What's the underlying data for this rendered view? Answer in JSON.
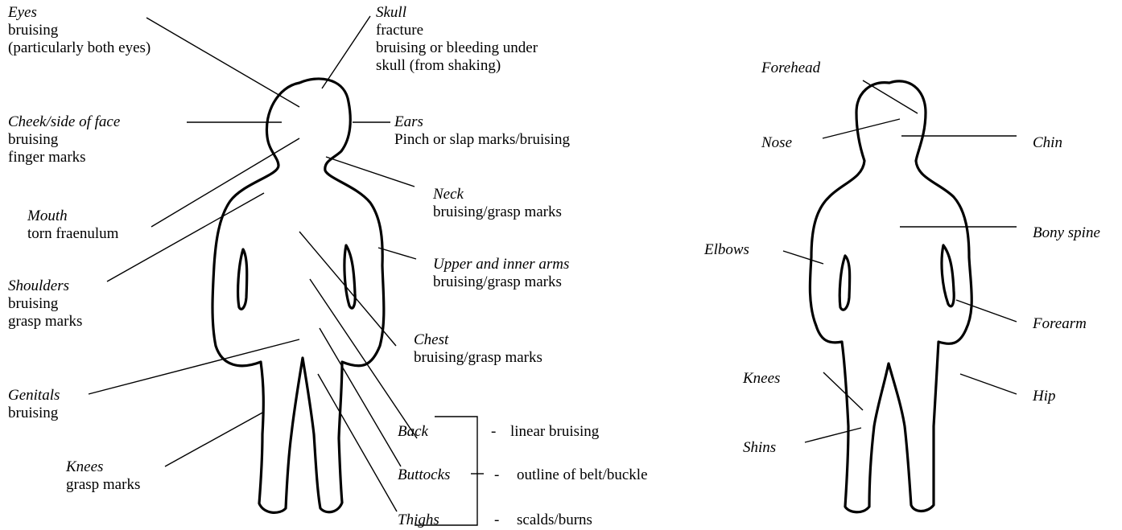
{
  "front": {
    "eyes": {
      "title": "Eyes",
      "lines": [
        "bruising",
        "(particularly both eyes)"
      ]
    },
    "skull": {
      "title": "Skull",
      "lines": [
        "fracture",
        "bruising or bleeding under",
        "skull (from shaking)"
      ]
    },
    "cheek": {
      "title": "Cheek/side of face",
      "lines": [
        "bruising",
        "finger marks"
      ]
    },
    "ears": {
      "title": "Ears",
      "lines": [
        "Pinch or slap marks/bruising"
      ]
    },
    "neck": {
      "title": "Neck",
      "lines": [
        "bruising/grasp marks"
      ]
    },
    "mouth": {
      "title": "Mouth",
      "lines": [
        "torn fraenulum"
      ]
    },
    "upper_arms": {
      "title": "Upper and inner arms",
      "lines": [
        "bruising/grasp marks"
      ]
    },
    "shoulders": {
      "title": "Shoulders",
      "lines": [
        "bruising",
        "grasp marks"
      ]
    },
    "chest": {
      "title": "Chest",
      "lines": [
        "bruising/grasp marks"
      ]
    },
    "genitals": {
      "title": "Genitals",
      "lines": [
        "bruising"
      ]
    },
    "knees": {
      "title": "Knees",
      "lines": [
        "grasp marks"
      ]
    },
    "back": {
      "title": "Back",
      "note": "linear bruising"
    },
    "buttocks": {
      "title": "Buttocks",
      "note": "outline of belt/buckle"
    },
    "thighs": {
      "title": "Thighs",
      "note": "scalds/burns"
    },
    "dash": "-"
  },
  "back_view": {
    "forehead": "Forehead",
    "nose": "Nose",
    "chin": "Chin",
    "bony_spine": "Bony spine",
    "elbows": "Elbows",
    "forearm": "Forearm",
    "knees": "Knees",
    "hip": "Hip",
    "shins": "Shins"
  }
}
